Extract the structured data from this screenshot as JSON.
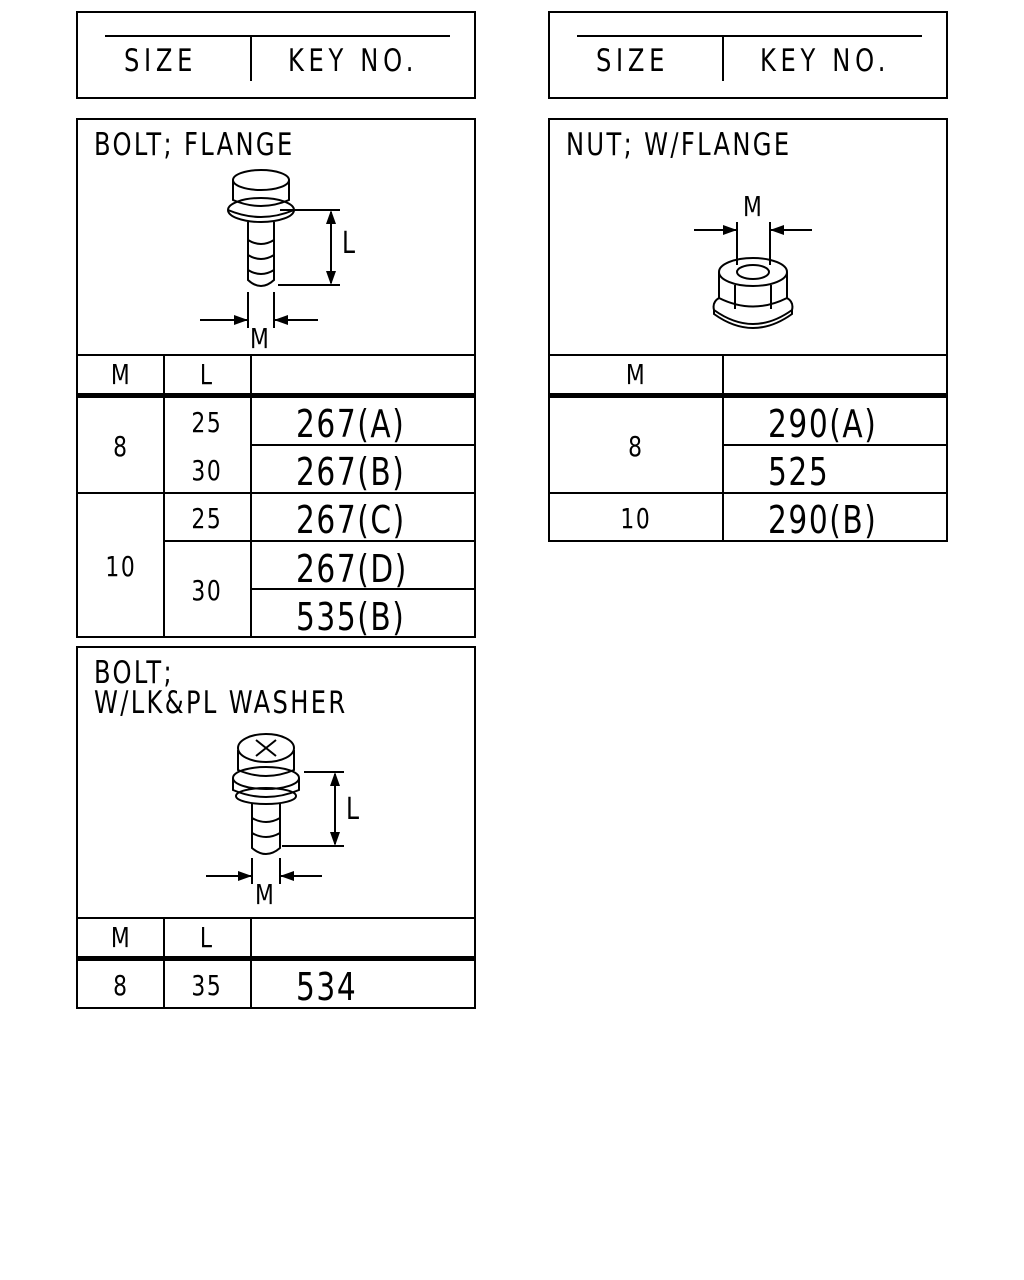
{
  "headers": [
    {
      "size": "SIZE",
      "key_no": "KEY NO."
    },
    {
      "size": "SIZE",
      "key_no": "KEY NO."
    }
  ],
  "bolt_flange": {
    "title": "BOLT; FLANGE",
    "dim_m": "M",
    "dim_l": "L",
    "col_m": "M",
    "col_l": "L",
    "groups": [
      {
        "m": "8",
        "rows": [
          {
            "l": "25",
            "key": "267(A)"
          },
          {
            "l": "30",
            "key": "267(B)"
          }
        ]
      },
      {
        "m": "10",
        "rows": [
          {
            "l": "25",
            "key": "267(C)"
          },
          {
            "l": "30",
            "key": "267(D)"
          },
          {
            "l": "",
            "key": "535(B)"
          }
        ]
      }
    ]
  },
  "bolt_washer": {
    "title_line1": "BOLT;",
    "title_line2": "W/LK&PL WASHER",
    "dim_m": "M",
    "dim_l": "L",
    "col_m": "M",
    "col_l": "L",
    "rows": [
      {
        "m": "8",
        "l": "35",
        "key": "534"
      }
    ]
  },
  "nut_flange": {
    "title": "NUT; W/FLANGE",
    "dim_m": "M",
    "col_m": "M",
    "rows": [
      {
        "m": "8",
        "keys": [
          "290(A)",
          "525"
        ]
      },
      {
        "m": "10",
        "keys": [
          "290(B)"
        ]
      }
    ]
  }
}
